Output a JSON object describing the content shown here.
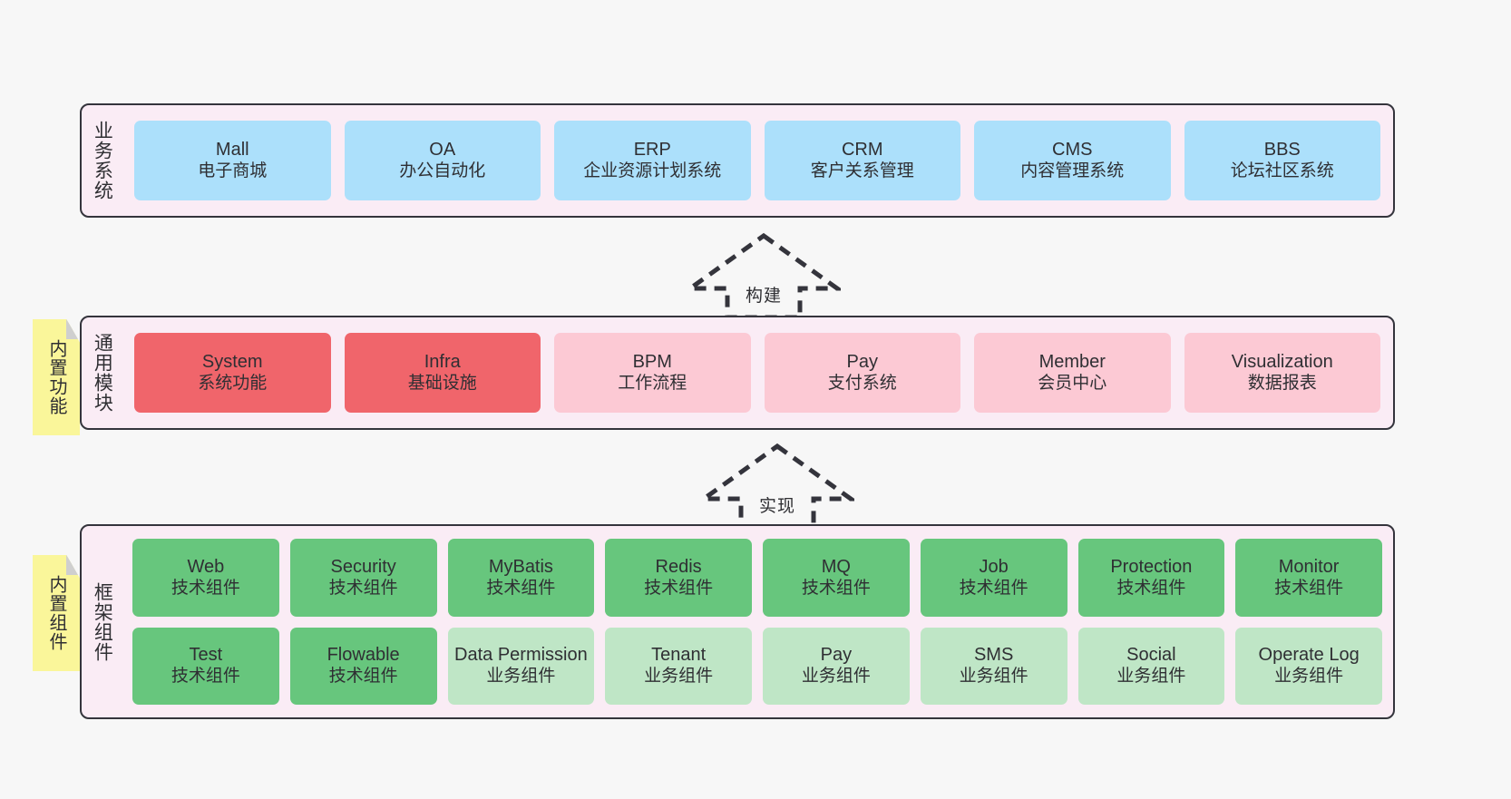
{
  "layers": {
    "business": {
      "title": "业务系统",
      "cards": [
        {
          "en": "Mall",
          "cn": "电子商城",
          "color": "blue"
        },
        {
          "en": "OA",
          "cn": "办公自动化",
          "color": "blue"
        },
        {
          "en": "ERP",
          "cn": "企业资源计划系统",
          "color": "blue"
        },
        {
          "en": "CRM",
          "cn": "客户关系管理",
          "color": "blue"
        },
        {
          "en": "CMS",
          "cn": "内容管理系统",
          "color": "blue"
        },
        {
          "en": "BBS",
          "cn": "论坛社区系统",
          "color": "blue"
        }
      ]
    },
    "modules": {
      "title": "通用模块",
      "cards": [
        {
          "en": "System",
          "cn": "系统功能",
          "color": "red"
        },
        {
          "en": "Infra",
          "cn": "基础设施",
          "color": "red"
        },
        {
          "en": "BPM",
          "cn": "工作流程",
          "color": "pink"
        },
        {
          "en": "Pay",
          "cn": "支付系统",
          "color": "pink"
        },
        {
          "en": "Member",
          "cn": "会员中心",
          "color": "pink"
        },
        {
          "en": "Visualization",
          "cn": "数据报表",
          "color": "pink"
        }
      ]
    },
    "framework": {
      "title": "框架组件",
      "row1": [
        {
          "en": "Web",
          "cn": "技术组件",
          "color": "green"
        },
        {
          "en": "Security",
          "cn": "技术组件",
          "color": "green"
        },
        {
          "en": "MyBatis",
          "cn": "技术组件",
          "color": "green"
        },
        {
          "en": "Redis",
          "cn": "技术组件",
          "color": "green"
        },
        {
          "en": "MQ",
          "cn": "技术组件",
          "color": "green"
        },
        {
          "en": "Job",
          "cn": "技术组件",
          "color": "green"
        },
        {
          "en": "Protection",
          "cn": "技术组件",
          "color": "green"
        },
        {
          "en": "Monitor",
          "cn": "技术组件",
          "color": "green"
        }
      ],
      "row2": [
        {
          "en": "Test",
          "cn": "技术组件",
          "color": "green"
        },
        {
          "en": "Flowable",
          "cn": "技术组件",
          "color": "green"
        },
        {
          "en": "Data Permission",
          "cn": "业务组件",
          "color": "lgreen"
        },
        {
          "en": "Tenant",
          "cn": "业务组件",
          "color": "lgreen"
        },
        {
          "en": "Pay",
          "cn": "业务组件",
          "color": "lgreen"
        },
        {
          "en": "SMS",
          "cn": "业务组件",
          "color": "lgreen"
        },
        {
          "en": "Social",
          "cn": "业务组件",
          "color": "lgreen"
        },
        {
          "en": "Operate Log",
          "cn": "业务组件",
          "color": "lgreen"
        }
      ]
    }
  },
  "notes": [
    {
      "text": "内置功能"
    },
    {
      "text": "内置组件"
    }
  ],
  "arrows": [
    {
      "label": "构建"
    },
    {
      "label": "实现"
    }
  ],
  "colors": {
    "background": "#f7f7f7",
    "panel_fill": "#faecf5",
    "panel_border": "#34343c",
    "blue": "#ace0fb",
    "red": "#f0656b",
    "pink": "#fcc9d4",
    "green": "#67c67d",
    "light_green": "#bfe6c6",
    "note_yellow": "#faf69a",
    "text": "#2f2f33"
  }
}
